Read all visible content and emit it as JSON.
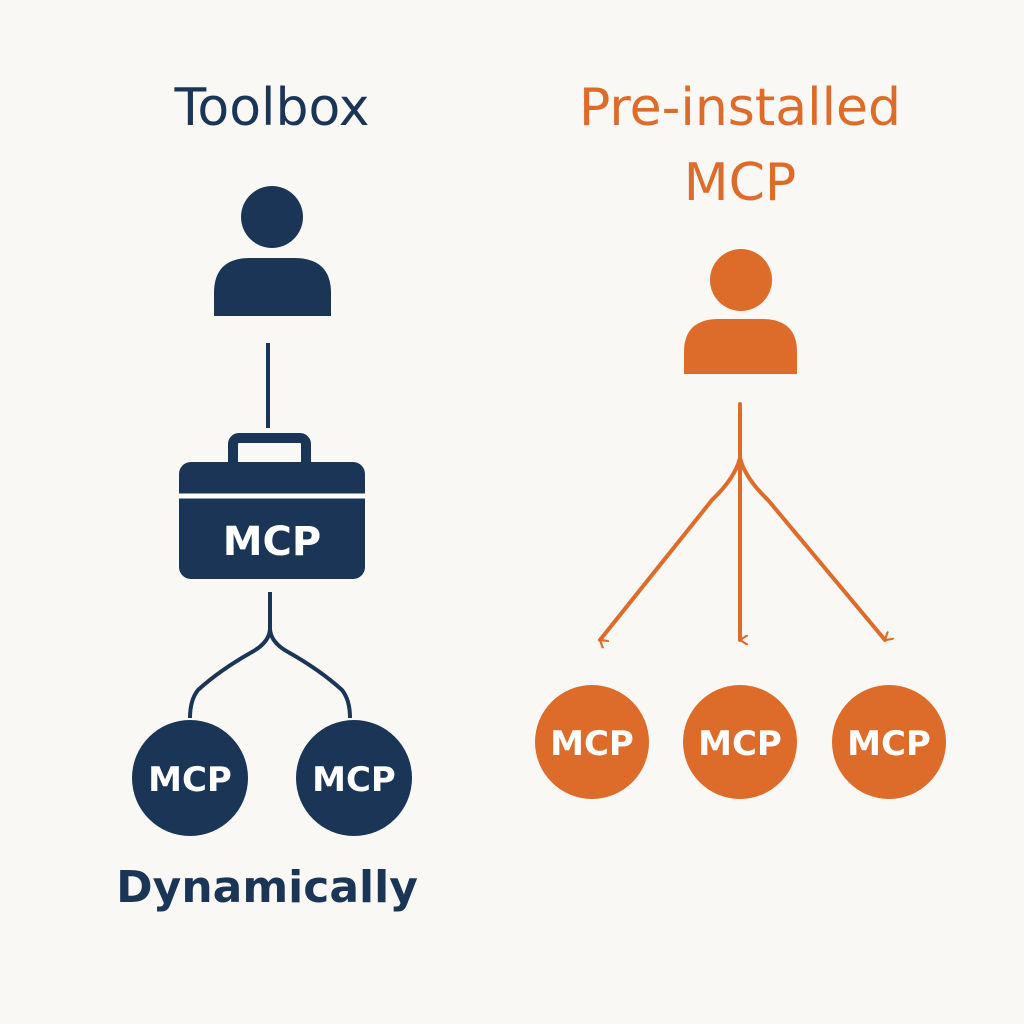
{
  "colors": {
    "navy": "#1b3557",
    "orange": "#dd6b2a",
    "background": "#faf8f4"
  },
  "toolbox": {
    "title": "Toolbox",
    "user_icon": "person-icon",
    "case_icon": "briefcase-icon",
    "case_label": "MCP",
    "nodes": [
      "MCP",
      "MCP"
    ],
    "caption": "Dynamically"
  },
  "preinstalled": {
    "title_line1": "Pre-installed",
    "title_line2": "MCP",
    "user_icon": "person-icon",
    "nodes": [
      "MCP",
      "MCP",
      "MCP"
    ]
  }
}
